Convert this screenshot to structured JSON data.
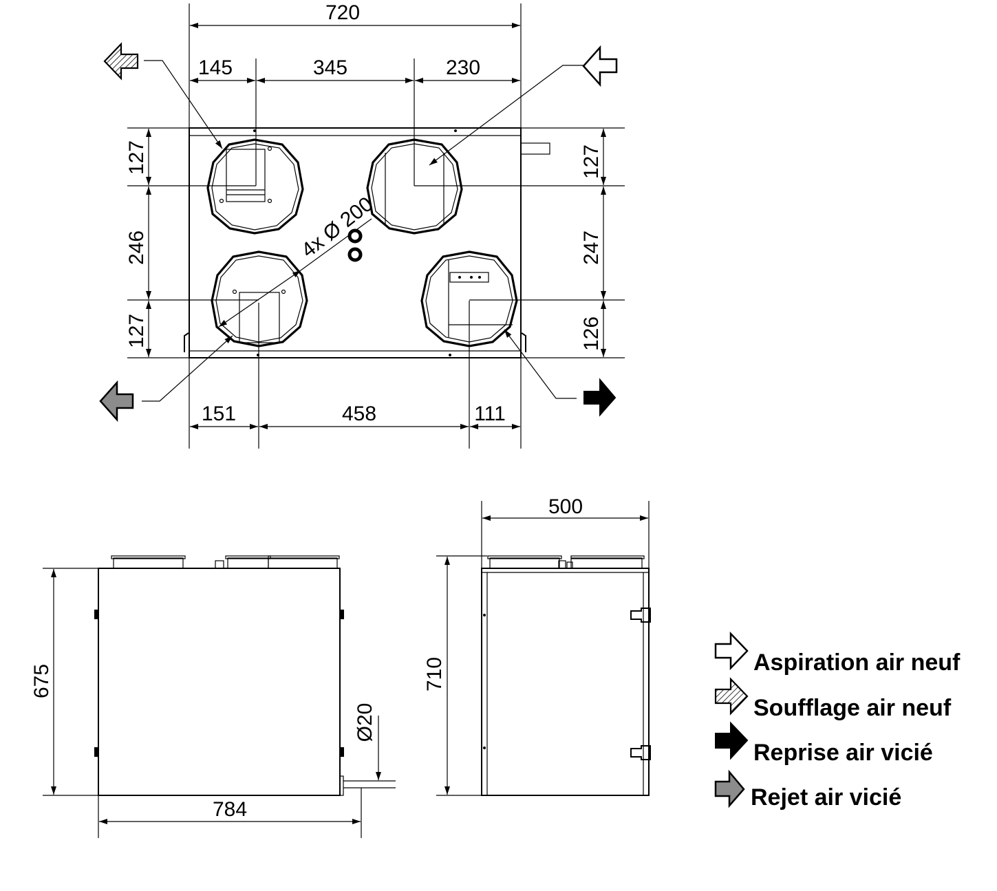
{
  "top_view": {
    "overall_width": "720",
    "top_dims": [
      "145",
      "345",
      "230"
    ],
    "bottom_dims": [
      "151",
      "458",
      "111"
    ],
    "left_dims": [
      "127",
      "246",
      "127"
    ],
    "right_dims": [
      "127",
      "247",
      "126"
    ],
    "duct_label": "4x Ø 200"
  },
  "front_view": {
    "height": "675",
    "width": "784",
    "drain": "Ø20"
  },
  "side_view": {
    "width": "500",
    "height": "710"
  },
  "legend": {
    "items": [
      {
        "label": "Aspiration air neuf",
        "icon": "white-arrow-icon",
        "color": "#ffffff"
      },
      {
        "label": "Soufflage air neuf",
        "icon": "hatched-arrow-icon",
        "color": "#ffffff"
      },
      {
        "label": "Reprise air vicié",
        "icon": "black-arrow-icon",
        "color": "#000000"
      },
      {
        "label": "Rejet air vicié",
        "icon": "grey-arrow-icon",
        "color": "#8c8c8c"
      }
    ]
  }
}
